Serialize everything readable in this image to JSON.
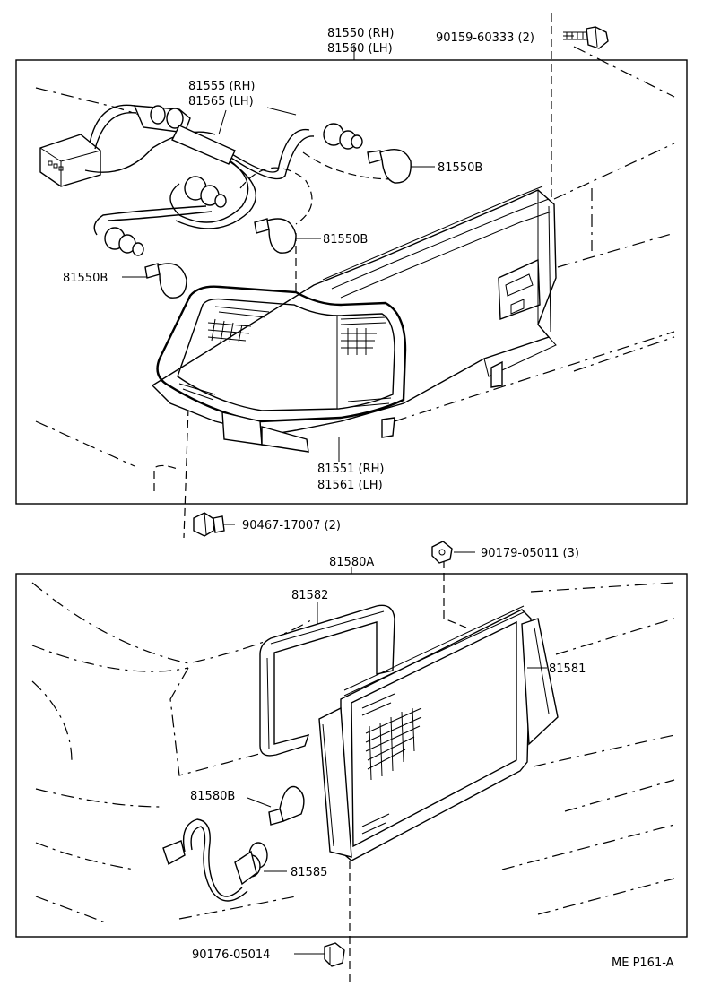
{
  "upper": {
    "assembly_rh": "81550 (RH)",
    "assembly_lh": "81560 (LH)",
    "socket_rh": "81555 (RH)",
    "socket_lh": "81565 (LH)",
    "bulb_a": "81550B",
    "bulb_b": "81550B",
    "bulb_c": "81550B",
    "lens_rh": "81551 (RH)",
    "lens_lh": "81561 (LH)",
    "screw": "90159-60333 (2)",
    "clip": "90467-17007 (2)"
  },
  "lower": {
    "assembly": "81580A",
    "gasket": "81582",
    "lens": "81581",
    "bulb": "81580B",
    "socket": "81585",
    "nut": "90179-05011 (3)",
    "grommet": "90176-05014"
  },
  "footer": {
    "code": "ME P161-A"
  }
}
